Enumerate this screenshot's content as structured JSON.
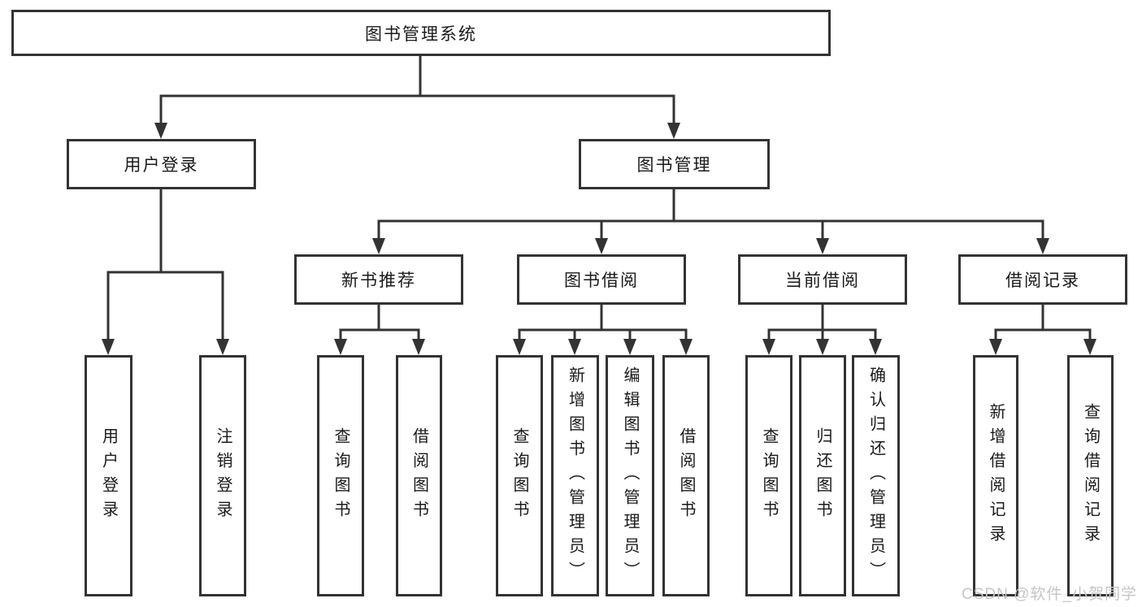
{
  "nodes": {
    "root": "图书管理系统",
    "user_login": "用户登录",
    "book_mgmt": "图书管理",
    "new_book_rec": "新书推荐",
    "book_borrow": "图书借阅",
    "current_borrow": "当前借阅",
    "borrow_record": "借阅记录",
    "ul_login": "用户登录",
    "ul_logout": "注销登录",
    "nb_query": "查询图书",
    "nb_borrow": "借阅图书",
    "bb_query": "查询图书",
    "bb_add": "新增图书（管理员）",
    "bb_edit": "编辑图书（管理员）",
    "bb_borrow": "借阅图书",
    "cb_query": "查询图书",
    "cb_return": "归还图书",
    "cb_confirm": "确认归还（管理员）",
    "br_add": "新增借阅记录",
    "br_query": "查询借阅记录"
  },
  "watermark": "CSDN @软件_小贺同学",
  "colors": {
    "line": "#333333",
    "text": "#1a1a1a",
    "watermark": "#c6c6c6"
  }
}
